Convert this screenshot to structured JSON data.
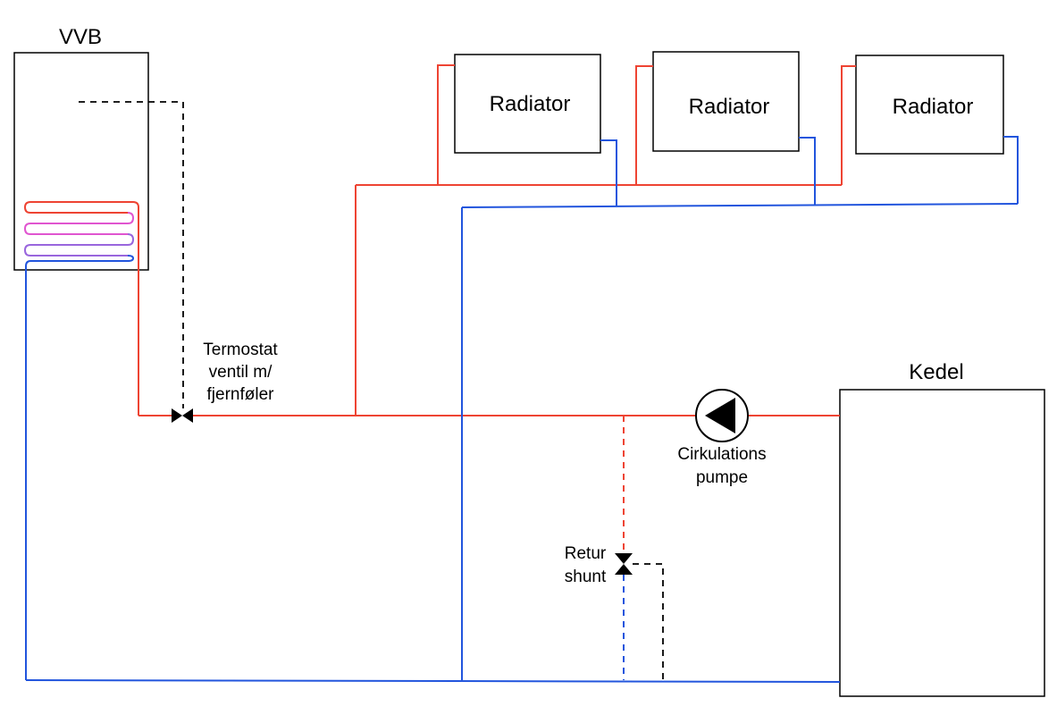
{
  "labels": {
    "vvb": "VVB",
    "radiator_1": "Radiator",
    "radiator_2": "Radiator",
    "radiator_3": "Radiator",
    "kedel": "Kedel",
    "termostat_line1": "Termostat",
    "termostat_line2": "ventil m/",
    "termostat_line3": "fjernføler",
    "pump_line1": "Cirkulations",
    "pump_line2": "pumpe",
    "shunt_line1": "Retur",
    "shunt_line2": "shunt"
  },
  "colors": {
    "supply": "#ee4433",
    "return": "#2255dd",
    "control": "#000000",
    "coil_mid_1": "#e055d0",
    "coil_mid_2": "#9966dd"
  }
}
